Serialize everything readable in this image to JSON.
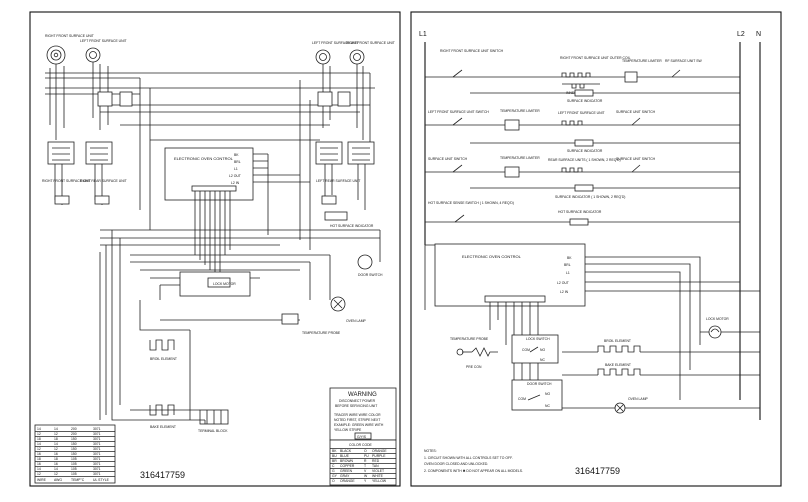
{
  "left_sheet": {
    "part_number": "316417759",
    "component_labels": {
      "rf_element": "RIGHT FRONT SURFACE UNIT",
      "lf_element": "LEFT FRONT SURFACE UNIT",
      "rf_switch": "RIGHT FRONT SURFACE UNIT",
      "rr_switch": "RIGHT REAR SURFACE UNIT",
      "lr_switch": "LEFT REAR SURFACE UNIT",
      "hot_indicator": "HOT SURFACE INDICATOR",
      "oven_control": "ELECTRONIC OVEN CONTROL",
      "lock_motor": "LOCK MOTOR",
      "door_switch": "DOOR SWITCH",
      "oven_lamp": "OVEN LAMP",
      "temp_probe": "TEMPERATURE PROBE",
      "broil_element": "BROIL ELEMENT",
      "bake_element": "BAKE ELEMENT",
      "terminal_block": "TERMINAL BLOCK"
    },
    "control_terminals": [
      "BK",
      "BRL",
      "L1",
      "L2 OUT",
      "L2 IN"
    ],
    "warning": {
      "title": "WARNING",
      "line1": "DISCONNECT POWER",
      "line2": "BEFORE SERVICING UNIT",
      "tracer_lines": [
        "TRACER WIRE    WIRE COLOR",
        "NOTED FIRST, STRIPE NEXT",
        "EXAMPLE:  GREEN WIRE WITH",
        "YELLOW STRIPE"
      ],
      "example_code": "G/Y/S"
    },
    "color_code": {
      "title": "COLOR CODE",
      "rows": [
        [
          "BK",
          "BLACK",
          "O",
          "ORANGE"
        ],
        [
          "BU",
          "BLUE",
          "PU",
          "PURPLE"
        ],
        [
          "BR",
          "BROWN",
          "R",
          "RED"
        ],
        [
          "C",
          "COPPER",
          "T",
          "TAN"
        ],
        [
          "G",
          "GREEN",
          "V",
          "VIOLET"
        ],
        [
          "GY",
          "GRAY",
          "W",
          "WHITE"
        ],
        [
          "O",
          "ORANGE",
          "Y",
          "YELLOW"
        ]
      ]
    },
    "wire_table": {
      "headers": [
        "WIRE",
        "AWG",
        "TEMP°C",
        "UL STYLE"
      ],
      "rows": [
        [
          "14",
          "14",
          "200",
          "3071"
        ],
        [
          "12",
          "12",
          "200",
          "3071"
        ],
        [
          "18",
          "18",
          "150",
          "3071"
        ],
        [
          "14",
          "14",
          "150",
          "3071"
        ],
        [
          "12",
          "12",
          "150",
          "3071"
        ],
        [
          "16",
          "16",
          "150",
          "3071"
        ],
        [
          "18",
          "18",
          "105",
          "3071"
        ],
        [
          "16",
          "16",
          "105",
          "3071"
        ],
        [
          "14",
          "14",
          "105",
          "3071"
        ],
        [
          "12",
          "12",
          "105",
          "3071"
        ]
      ]
    }
  },
  "right_sheet": {
    "part_number": "316417759",
    "line_labels": {
      "l1": "L1",
      "l2": "L2",
      "n": "N"
    },
    "rungs": {
      "rf_switch": "RIGHT FRONT SURFACE UNIT SWITCH",
      "rf_element_outer": "RIGHT FRONT SURFACE UNIT OUTER COIL",
      "rf_element_inner": "INNER COIL",
      "temp_limiter": "TEMPERATURE LIMITER",
      "rf_unit_sw": "RF SURFACE UNIT SW",
      "surface_indicator": "SURFACE INDICATOR",
      "lf_switch": "LEFT FRONT SURFACE UNIT SWITCH",
      "lf_element": "LEFT FRONT SURFACE UNIT",
      "lr_switch_label": "SURFACE UNIT SWITCH",
      "rr_element": "REAR SURFACE UNITS ( 1 SHOWN, 2 REQ'D)",
      "rr_indicator": "SURFACE INDICATOR ( 1 SHOWN, 2 REQ'D)",
      "hot_switch": "HOT SURFACE SENSE SWITCH ( 1 SHOWN, 4 REQ'D)",
      "hot_indicator": "HOT SURFACE INDICATOR"
    },
    "oven_control": "ELECTRONIC OVEN CONTROL",
    "control_terminals": [
      "BK",
      "BRL",
      "L1",
      "L2 OUT",
      "L2 IN"
    ],
    "temp_probe": "TEMPERATURE PROBE",
    "pre_con": "PRE CON",
    "lock_switch": "LOCK SWITCH",
    "door_switch": "DOOR SWITCH",
    "switch_pins": [
      "COM",
      "NO",
      "NC"
    ],
    "lock_motor": "LOCK MOTOR",
    "broil_element": "BROIL ELEMENT",
    "bake_element": "BAKE ELEMENT",
    "oven_lamp": "OVEN LAMP",
    "notes": [
      "NOTES:",
      "1.  CIRCUIT SHOWN WITH ALL CONTROLS SET TO OFF.",
      "    OVEN DOOR CLOSED AND UNLOCKED.",
      "2.  COMPONENTS WITH  ✖  DO NOT APPEAR ON ALL MODELS."
    ]
  }
}
